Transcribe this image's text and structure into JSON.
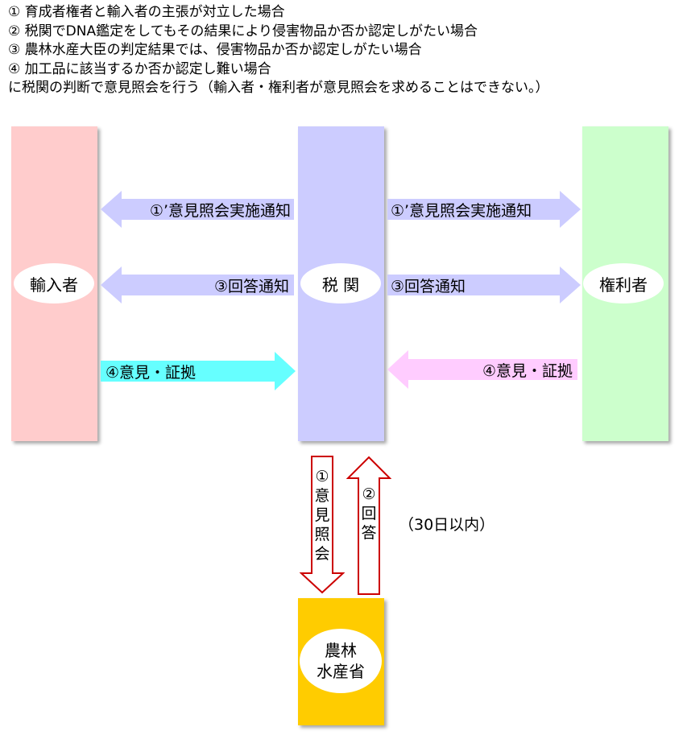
{
  "intro": {
    "lines": [
      "① 育成者権者と輸入者の主張が対立した場合",
      "② 税関でDNA鑑定をしてもその結果により侵害物品か否か認定しがたい場合",
      "③ 農林水産大臣の判定結果では、侵害物品か否か認定しがたい場合",
      "④ 加工品に該当するか否か認定し難い場合",
      "に税関の判断で意見照会を行う（輸入者・権利者が意見照会を求めることはできない。）"
    ]
  },
  "nodes": {
    "importer": "輸入者",
    "customs": "税 関",
    "holder": "権利者",
    "maff": [
      "農林",
      "水産省"
    ]
  },
  "arrows": {
    "notify_importer": "①’意見照会実施通知",
    "notify_holder": "①’意見照会実施通知",
    "answer_importer": "③回答通知",
    "answer_holder": "③回答通知",
    "opinion_importer": "④意見・証拠",
    "opinion_holder": "④意見・証拠",
    "inquiry": [
      "①",
      "意",
      "見",
      "照",
      "会"
    ],
    "reply": [
      "②",
      "回",
      "答"
    ]
  },
  "note": "（30日以内）",
  "colors": {
    "importer": "#ffcccc",
    "customs": "#ccccff",
    "holder": "#ccffcc",
    "maff": "#ffcc00",
    "notice_arrow": "#ccccff",
    "answer_arrow": "#ccccff",
    "opinion_importer_arrow": "#66ffff",
    "opinion_holder_arrow": "#ffccff",
    "inquiry_arrow_stroke": "#cc0000"
  }
}
